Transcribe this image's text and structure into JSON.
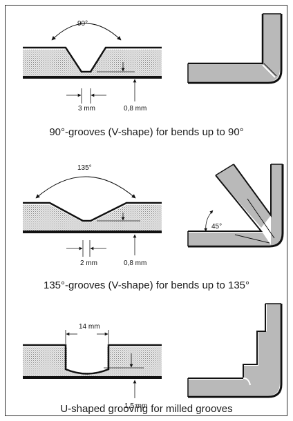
{
  "diagrams": [
    {
      "angle_label": "90°",
      "width_label": "3 mm",
      "depth_label": "0,8 mm",
      "caption": "90°-grooves (V-shape) for bends up to 90°"
    },
    {
      "angle_label": "135°",
      "width_label": "2 mm",
      "depth_label": "0,8 mm",
      "bend_angle_label": "45°",
      "caption": "135°-grooves (V-shape) for bends up to 135°"
    },
    {
      "width_label": "14 mm",
      "depth_label": "1,5 mm",
      "caption": "U-shaped grooving for milled grooves"
    }
  ]
}
